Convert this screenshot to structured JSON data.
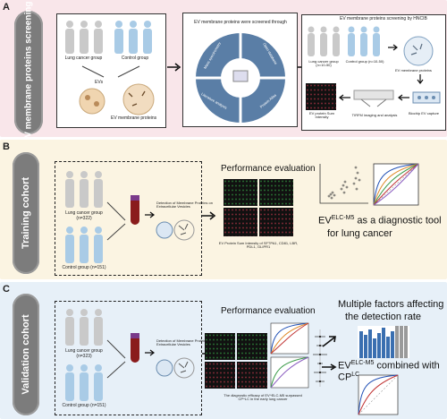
{
  "panels": {
    "a": {
      "letter": "A",
      "side_title": "EV membrane proteins screening",
      "lung_group": "Lung cancer group",
      "control_group": "Control group",
      "evs": "EVs",
      "ev_membrane": "EV membrane proteins",
      "screened_through": "EV membrane proteins were screened through",
      "quad": [
        "Mass spectrometry",
        "Open database",
        "Literature analysis",
        "Protein Atlas"
      ],
      "hncib_title": "EV membrane proteins screening by HNCIB",
      "lung_group_n": "Lung cancer group (n=10-50)",
      "control_group_n": "Control group (n=10-50)",
      "ev_membrane2": "EV membrane proteins",
      "ev_sum": "EV protein Sum Intensity",
      "tirfm": "TIRFM imaging and analysis",
      "biochip": "Biochip EV capture"
    },
    "b": {
      "letter": "B",
      "side_title": "Training cohort",
      "lung_group_n": "Lung cancer group (n=322)",
      "control_group_n": "Control group (n=151)",
      "detection": "Detection of Membrane Proteins on Extracellular Vesicles",
      "perf": "Performance evaluation",
      "sum_intensity": "EV Protein Sum Intensity of SFTPA1, CD81, LBR, PDL1, GLIPR1",
      "diag_prefix": "EV",
      "diag_sup": "ELC-M5",
      "diag_suffix": " as a diagnostic tool",
      "diag_line2": "for lung cancer"
    },
    "c": {
      "letter": "C",
      "side_title": "Validation cohort",
      "lung_group_n": "Lung cancer group (n=323)",
      "control_group_n": "Control group (n=151)",
      "detection": "Detection of Membrane Proteins on Extracellular Vesicles",
      "perf": "Performance evaluation",
      "factors_line1": "Multiple factors affecting",
      "factors_line2": "the detection rate",
      "comb_prefix": "EV",
      "comb_sup": "ELC-M5",
      "comb_mid": " combined with CP",
      "comb_sup2": "LC",
      "efficacy": "The diagnostic efficacy of EV^ELC-M5 surpassed CP^LC in the early lung cancer"
    }
  },
  "colors": {
    "panel_a_bg": "#f9e6ea",
    "panel_b_bg": "#fbf4e2",
    "panel_c_bg": "#e7f0f8",
    "pill": "#7c7c7c",
    "human_grey": "#c9c9c9",
    "human_blue": "#a9cbe6"
  }
}
